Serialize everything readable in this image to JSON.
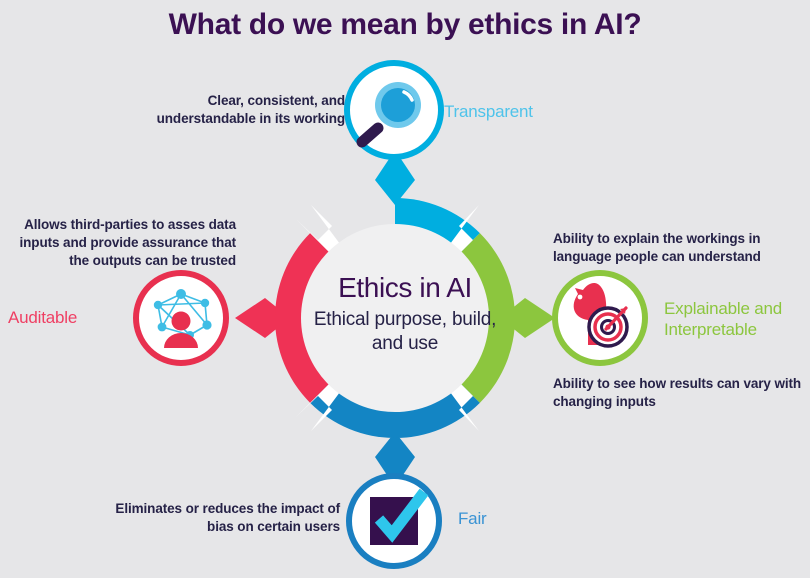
{
  "page": {
    "title": "What do we mean by ethics in AI?",
    "background_color": "#e6e6e8"
  },
  "center": {
    "heading": "Ethics in AI",
    "subheading": "Ethical purpose, build, and use",
    "ring_colors": {
      "transparent": "#00aee0",
      "explainable": "#8cc63e",
      "fair": "#1385c4",
      "auditable": "#ef3255"
    }
  },
  "nodes": [
    {
      "id": "transparent",
      "label": "Transparent",
      "label_color": "#4ec3ea",
      "ring_color": "#00aee0",
      "icon": "magnifier-icon",
      "description": "Clear, consistent, and understandable in its working"
    },
    {
      "id": "auditable",
      "label": "Auditable",
      "label_color": "#ef3f63",
      "ring_color": "#e8304f",
      "icon": "network-person-icon",
      "description": "Allows third-parties to asses data inputs and provide assurance that the outputs can be trusted"
    },
    {
      "id": "explainable",
      "label": "Explainable and Interpretable",
      "label_color": "#8cc63e",
      "ring_color": "#8cc63e",
      "icon": "knight-target-icon",
      "description_top": "Ability to explain the workings in language people can understand",
      "description_bottom": "Ability to see how results can vary with changing inputs"
    },
    {
      "id": "fair",
      "label": "Fair",
      "label_color": "#3a93d4",
      "ring_color": "#1a7fc1",
      "icon": "checkbox-check-icon",
      "description": "Eliminates or reduces the impact of bias on certain users"
    }
  ]
}
